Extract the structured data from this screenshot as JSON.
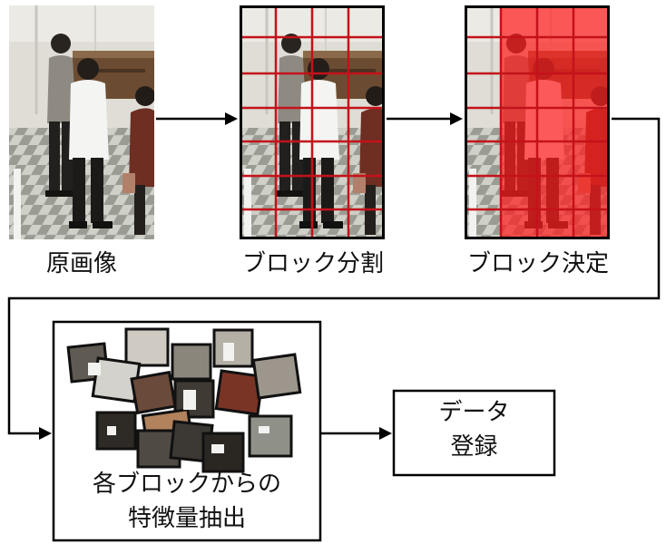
{
  "steps": {
    "original": {
      "label": "原画像"
    },
    "split": {
      "label": "ブロック分割"
    },
    "decide": {
      "label": "ブロック決定"
    },
    "features": {
      "line1": "各ブロックからの",
      "line2": "特徴量抽出"
    },
    "register": {
      "line1": "データ",
      "line2": "登録"
    }
  },
  "colors": {
    "grid": "#c4121a",
    "highlight": "#ff1e1e",
    "border": "#000000",
    "floor_light": "#cfd0c8",
    "floor_dark": "#9a9c94",
    "wall": "#dedcd4"
  }
}
